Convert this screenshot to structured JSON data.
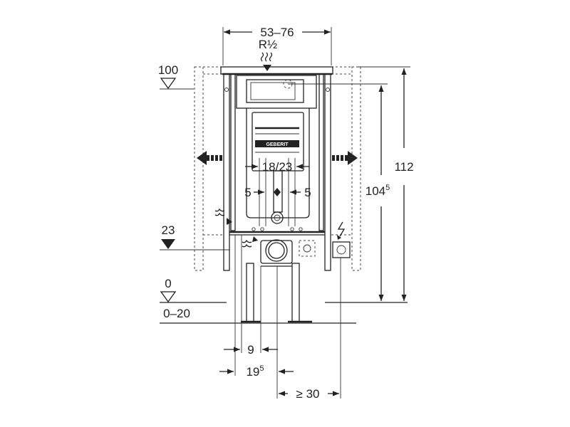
{
  "labels": {
    "width_range": "53–76",
    "supply": "R½",
    "height_total": "112",
    "height_frame_main": "104",
    "height_frame_sup": "5",
    "level_100": "100",
    "level_23": "23",
    "level_0": "0",
    "floor_range": "0–20",
    "flush_spacing": "18/23",
    "offset_left": "5",
    "offset_right": "5",
    "dim_9": "9",
    "dim_19_main": "19",
    "dim_19_sup": "5",
    "dim_min30": "≥ 30",
    "brand": "GEBERIT"
  },
  "icons": {
    "electric": "lightning-bolt-icon",
    "water": "water-wave-icon",
    "level": "level-triangle-icon"
  }
}
